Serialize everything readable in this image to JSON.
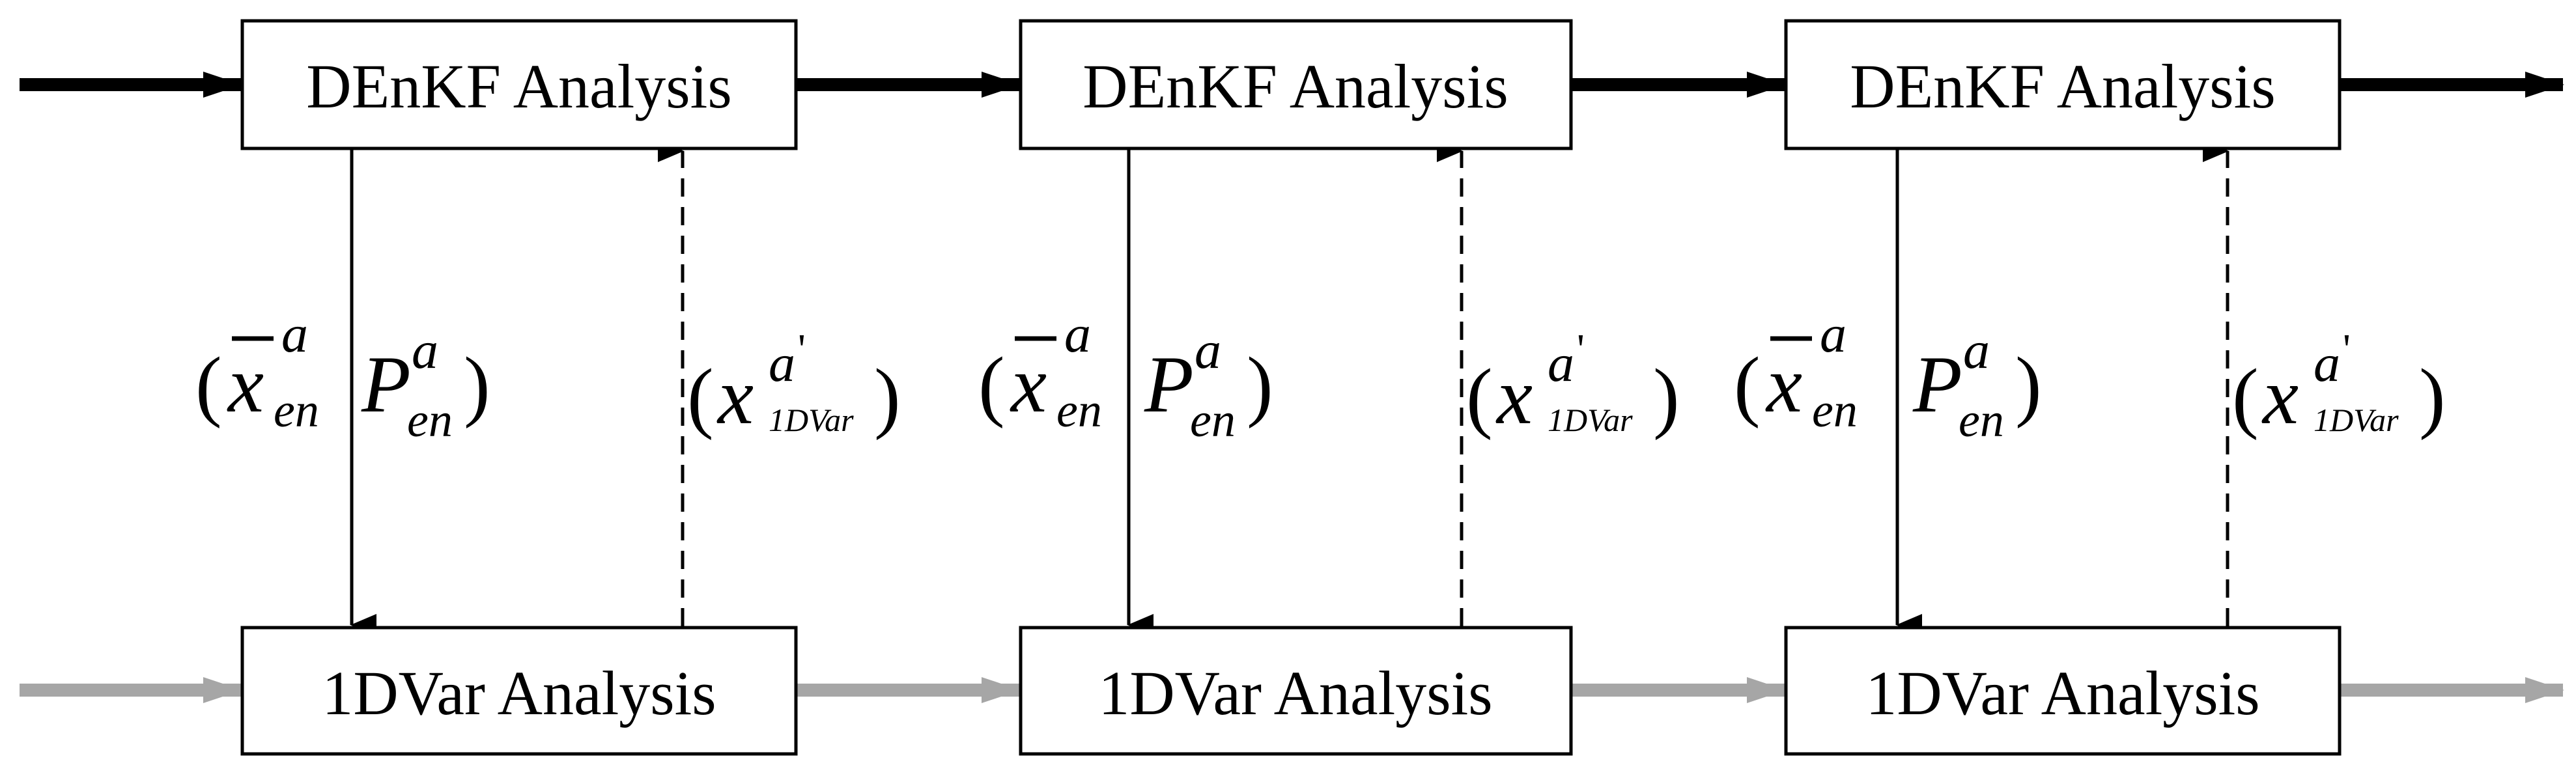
{
  "colors": {
    "top_chain": "#000000",
    "bottom_chain": "#a6a6a6",
    "box_border": "#000000"
  },
  "boxes": {
    "denkf_label": "DEnKF Analysis",
    "onedvar_label": "1DVar Analysis"
  },
  "labels": {
    "down": {
      "open": "(",
      "x": "x",
      "x_sup": "a",
      "x_sub": "en",
      "p": "P",
      "p_sup": "a",
      "p_sub": "en",
      "close": ")"
    },
    "up": {
      "open": "(",
      "x": "x",
      "x_sup": "a",
      "x_prime": "'",
      "x_sub": "1DVar",
      "close": ")"
    }
  }
}
